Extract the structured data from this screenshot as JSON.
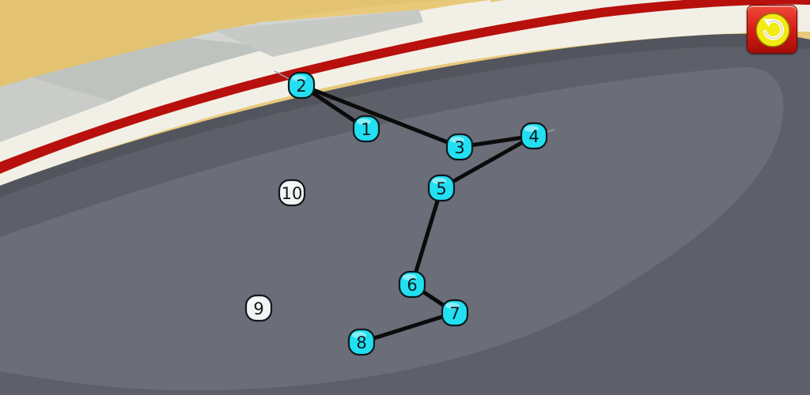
{
  "game": {
    "type": "connect-the-dots",
    "colors": {
      "asphalt": "#5d5f69",
      "asphalt_light": "#6b6d78",
      "sand": "#e8c97a",
      "curb_white": "#f2f0e6",
      "curb_grey": "#c9ccc8",
      "curb_red": "#b8100c",
      "dot_connected": "#22e0f2",
      "dot_pending": "#f4f4f4",
      "line": "#0b0b0b",
      "restart_red": "#d21a12",
      "restart_yellow": "#f2ea12"
    },
    "dots": [
      {
        "id": "1",
        "label": "1",
        "state": "connected"
      },
      {
        "id": "2",
        "label": "2",
        "state": "connected"
      },
      {
        "id": "3",
        "label": "3",
        "state": "connected"
      },
      {
        "id": "4",
        "label": "4",
        "state": "connected"
      },
      {
        "id": "5",
        "label": "5",
        "state": "connected"
      },
      {
        "id": "6",
        "label": "6",
        "state": "connected"
      },
      {
        "id": "7",
        "label": "7",
        "state": "connected"
      },
      {
        "id": "8",
        "label": "8",
        "state": "connected"
      },
      {
        "id": "9",
        "label": "9",
        "state": "pending"
      },
      {
        "id": "10",
        "label": "10",
        "state": "pending"
      }
    ],
    "connections": [
      [
        "1",
        "2"
      ],
      [
        "2",
        "3"
      ],
      [
        "3",
        "4"
      ],
      [
        "4",
        "5"
      ],
      [
        "5",
        "6"
      ],
      [
        "6",
        "7"
      ],
      [
        "7",
        "8"
      ]
    ],
    "restart_button": {
      "icon": "restart-arrow-icon"
    }
  }
}
